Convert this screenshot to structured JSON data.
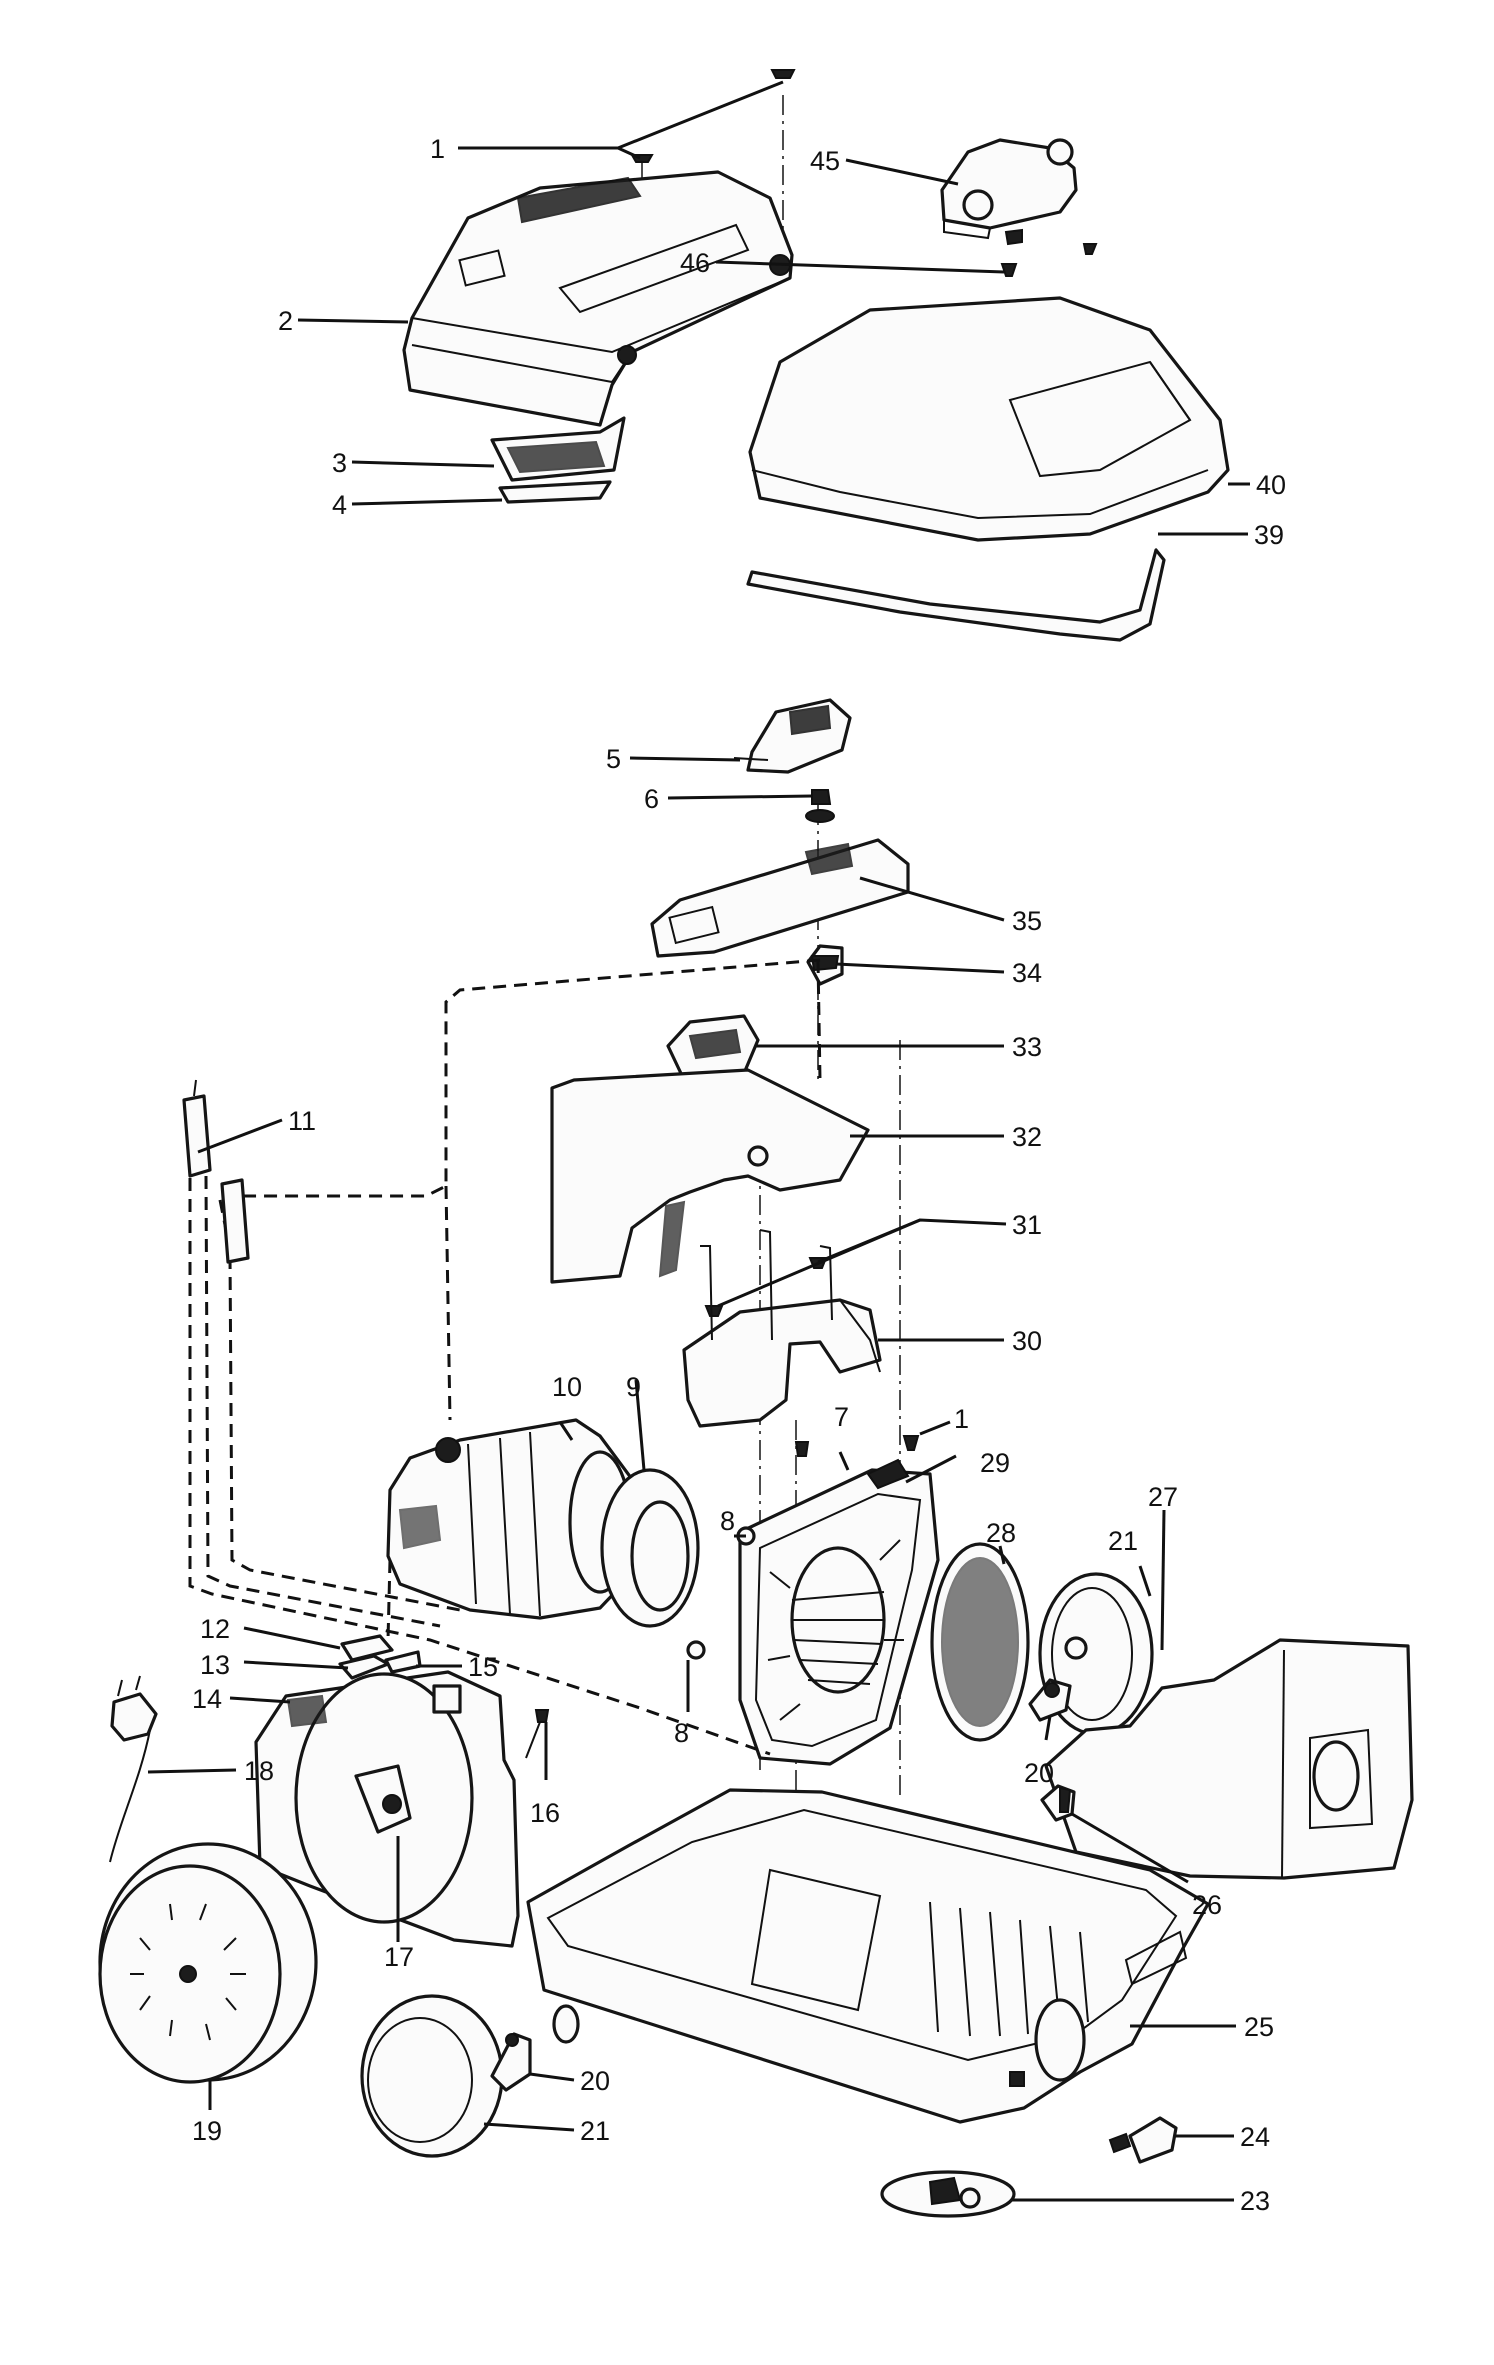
{
  "labels": {
    "l1a": "1",
    "l2": "2",
    "l3": "3",
    "l4": "4",
    "l45": "45",
    "l46": "46",
    "l40": "40",
    "l39": "39",
    "l5": "5",
    "l6": "6",
    "l35": "35",
    "l34": "34",
    "l33": "33",
    "l32": "32",
    "l31": "31",
    "l11": "11",
    "l30": "30",
    "l10": "10",
    "l9": "9",
    "l7": "7",
    "l1b": "1",
    "l29": "29",
    "l8a": "8",
    "l8b": "8",
    "l28": "28",
    "l21a": "21",
    "l27": "27",
    "l12": "12",
    "l13": "13",
    "l15": "15",
    "l14": "14",
    "l16": "16",
    "l18": "18",
    "l17": "17",
    "l20a": "20",
    "l26": "26",
    "l25": "25",
    "l19": "19",
    "l20b": "20",
    "l21b": "21",
    "l24": "24",
    "l23": "23"
  }
}
